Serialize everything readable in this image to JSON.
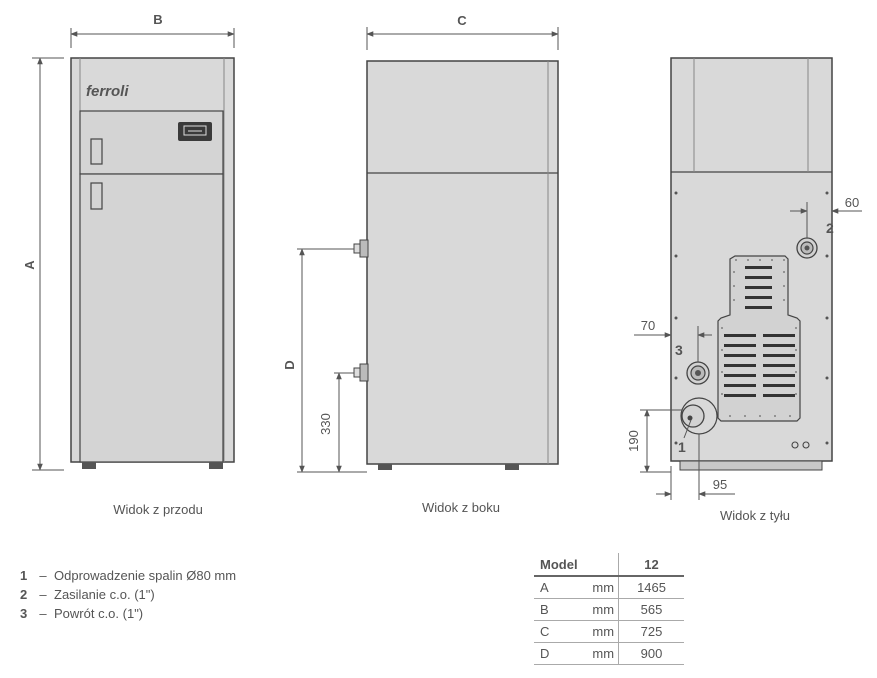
{
  "views": {
    "front_label": "Widok z przodu",
    "side_label": "Widok z boku",
    "rear_label": "Widok z tyłu"
  },
  "brand": "ferroli",
  "dimensions": {
    "A": "A",
    "B": "B",
    "C": "C",
    "D": "D",
    "d330": "330",
    "d60": "60",
    "d70": "70",
    "d190": "190",
    "d95": "95"
  },
  "markers": [
    "1",
    "2",
    "3"
  ],
  "legend": [
    {
      "num": "1",
      "text": "Odprowadzenie spalin Ø80 mm"
    },
    {
      "num": "2",
      "text": "Zasilanie c.o. (1\")"
    },
    {
      "num": "3",
      "text": "Powrót c.o. (1\")"
    }
  ],
  "legend_dash": "–",
  "spec_table": {
    "header_model": "Model",
    "header_value": "12",
    "rows": [
      {
        "label": "A",
        "unit": "mm",
        "value": "1465"
      },
      {
        "label": "B",
        "unit": "mm",
        "value": "565"
      },
      {
        "label": "C",
        "unit": "mm",
        "value": "725"
      },
      {
        "label": "D",
        "unit": "mm",
        "value": "900"
      }
    ]
  },
  "colors": {
    "panel": "#d9d9d9",
    "panel_dark": "#c8c8c8",
    "outline": "#444444",
    "dimension_line": "#555555"
  }
}
